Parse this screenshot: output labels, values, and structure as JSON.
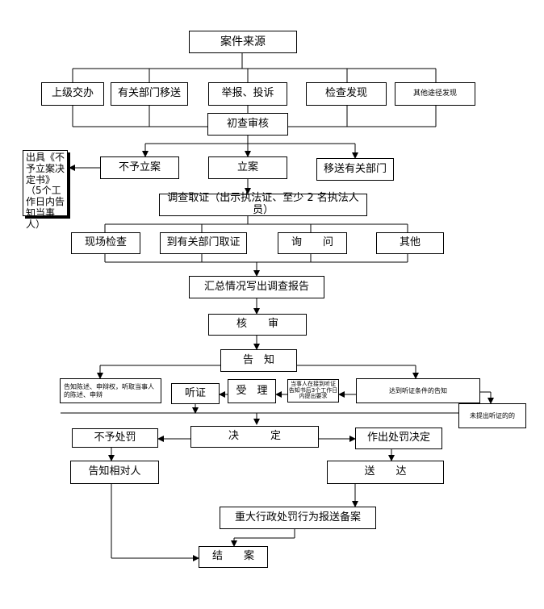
{
  "nodes": {
    "source": "案件来源",
    "superior": "上级交办",
    "dept_transfer": "有关部门移送",
    "report": "举报、投诉",
    "inspection": "检查发现",
    "other_channel": "其他途径发现",
    "initial_review": "初查审核",
    "not_filed_notice": "出具《不予立案决定书》（5个工作日内告知当事人）",
    "not_filed": "不予立案",
    "filed": "立案",
    "transfer_dept": "移送有关部门",
    "investigate": "调查取证（出示执法证、至少 2 名执法人员）",
    "onsite": "现场检查",
    "dept_evidence": "到有关部门取证",
    "inquiry": "询　　问",
    "other": "其他",
    "summary": "汇总情况写出调查报告",
    "review": "核　　审",
    "notify": "告　知",
    "notify_defense": "告知陈述、申辩权，听取当事人的陈述、申辩",
    "hearing": "听证",
    "accept": "受　理",
    "hearing_request": "当事人在接到听证告知书后3个工作日内提出要求",
    "hearing_conditions": "达到听证条件的告知",
    "no_hearing": "未提出听证的的",
    "no_penalty": "不予处罚",
    "decision": "决　　　定",
    "penalty_decision": "作出处罚决定",
    "notify_party": "告知相对人",
    "serve": "送　　达",
    "major_report": "重大行政处罚行为报送备案",
    "close": "结　　案"
  }
}
